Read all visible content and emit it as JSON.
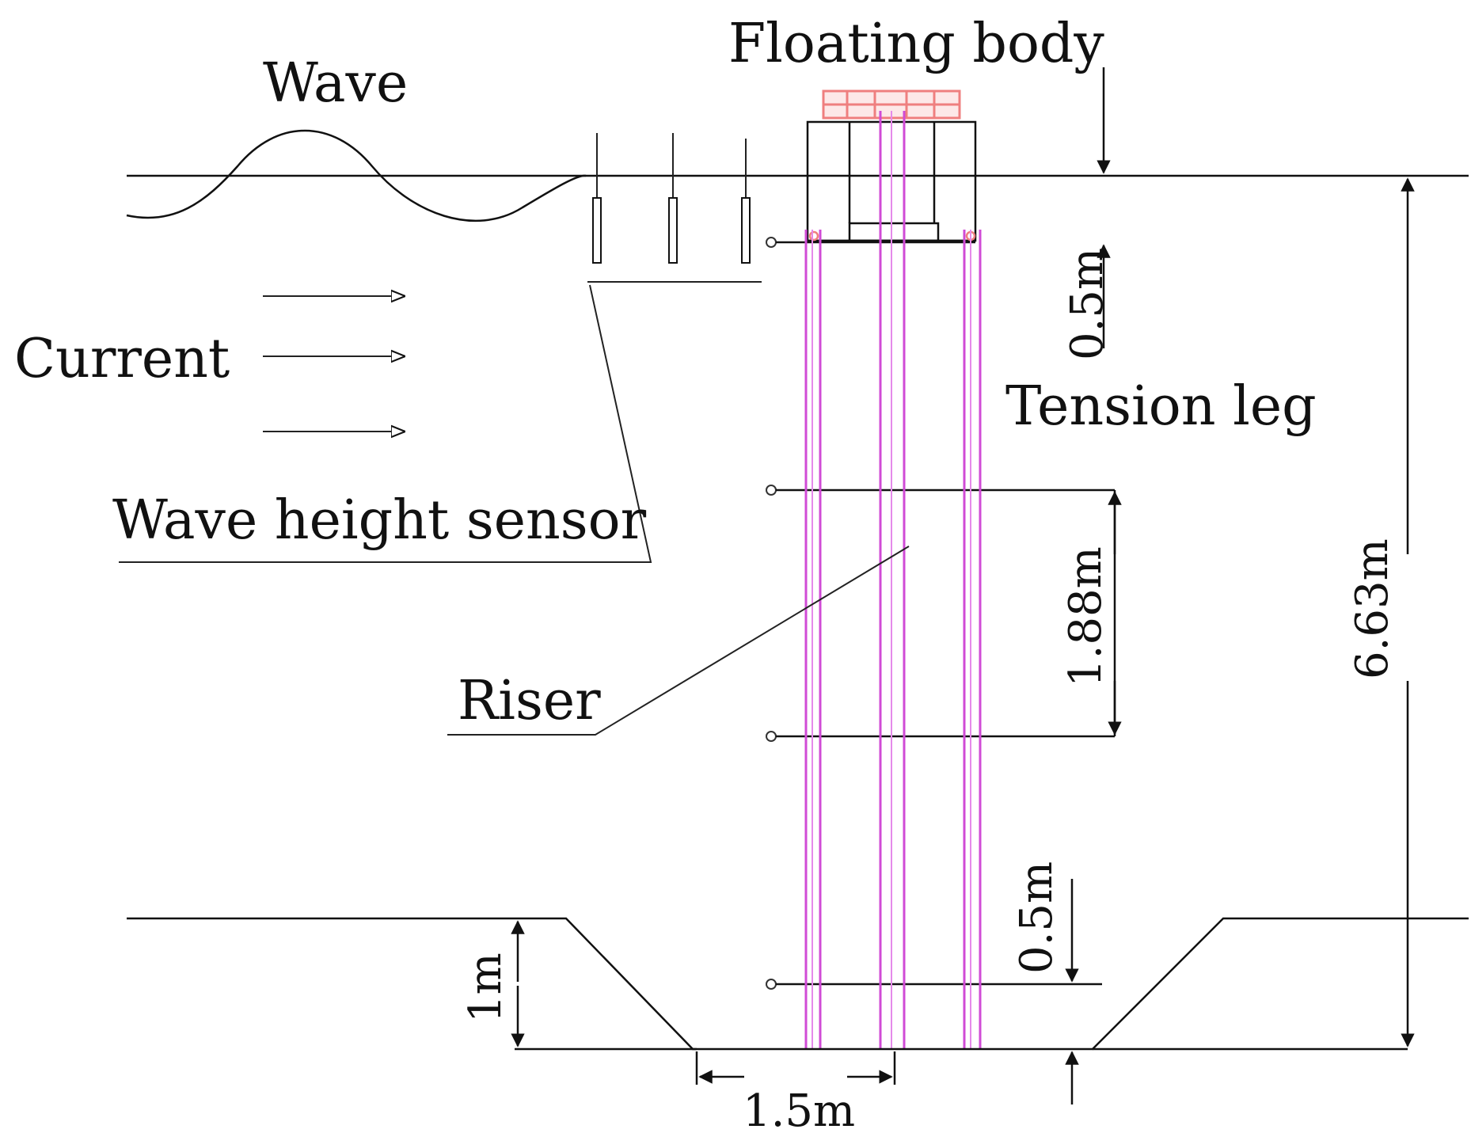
{
  "labels": {
    "wave": "Wave",
    "floating_body": "Floating body",
    "current": "Current",
    "wave_height_sensor": "Wave height sensor",
    "tension_leg": "Tension leg",
    "riser": "Riser"
  },
  "dimensions": {
    "draft": "0.5m",
    "spacing": "1.88m",
    "depth": "6.63m",
    "bottom_offset": "0.5m",
    "trench_depth": "1m",
    "width": "1.5m"
  },
  "colors": {
    "line": "#111111",
    "tension_leg": "#d04bd6",
    "floating_body": "#ef7f7f"
  }
}
